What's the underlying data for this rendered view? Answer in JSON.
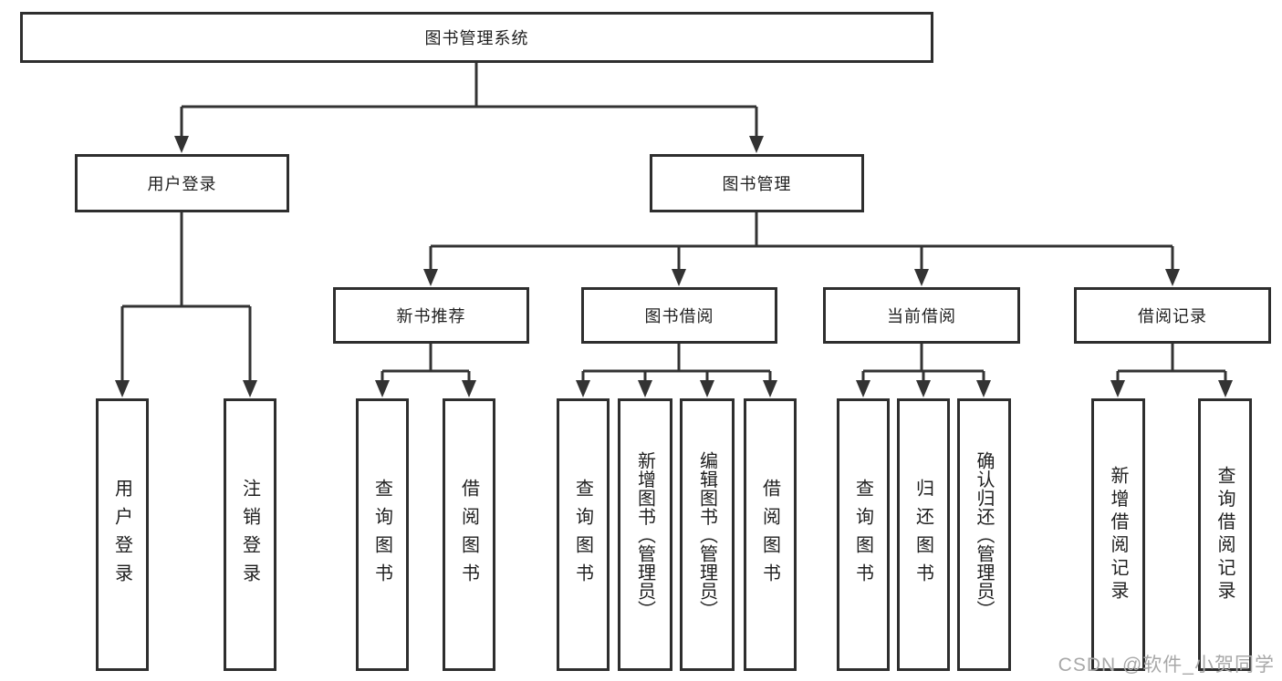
{
  "diagram": {
    "tree": {
      "label": "图书管理系统",
      "children": [
        {
          "label": "用户登录",
          "children": [
            {
              "label": "用户登录"
            },
            {
              "label": "注销登录"
            }
          ]
        },
        {
          "label": "图书管理",
          "children": [
            {
              "label": "新书推荐",
              "children": [
                {
                  "label": "查询图书"
                },
                {
                  "label": "借阅图书"
                }
              ]
            },
            {
              "label": "图书借阅",
              "children": [
                {
                  "label": "查询图书"
                },
                {
                  "label": "新增图书（管理员）"
                },
                {
                  "label": "编辑图书（管理员）"
                },
                {
                  "label": "借阅图书"
                }
              ]
            },
            {
              "label": "当前借阅",
              "children": [
                {
                  "label": "查询图书"
                },
                {
                  "label": "归还图书"
                },
                {
                  "label": "确认归还（管理员）"
                }
              ]
            },
            {
              "label": "借阅记录",
              "children": [
                {
                  "label": "新增借阅记录"
                },
                {
                  "label": "查询借阅记录"
                }
              ]
            }
          ]
        }
      ]
    },
    "colors": {
      "line": "#333333",
      "box_border": "#2e2e2e",
      "box_background": "#ffffff",
      "text": "#1f1f1f",
      "watermark": "#a8a8a8",
      "background": "#ffffff"
    }
  },
  "watermark": {
    "text": "CSDN @软件_小贺同学"
  }
}
